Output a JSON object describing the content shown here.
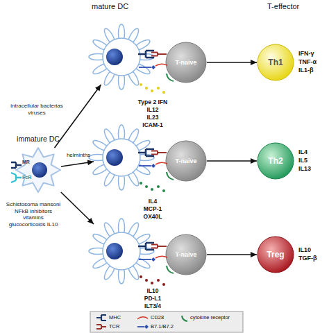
{
  "diagram": {
    "nodes": [
      {
        "text": [
          "immature DC"
        ]
      },
      {
        "text": [
          "Type 2 IFN",
          "IL12",
          "IL23",
          "ICAM-1"
        ]
      },
      {
        "text": [
          "IL4",
          "MCP-1",
          "OX40L"
        ]
      },
      {
        "text": [
          "IL10",
          "PD-L1",
          "ILT3/4"
        ]
      },
      {
        "text": [
          "T-naive"
        ]
      },
      {
        "text": [
          "T-naive"
        ]
      },
      {
        "text": [
          "T-naive"
        ]
      },
      {
        "text": [
          "Th1",
          "IFN-γ",
          "TNF-α",
          "IL1-β"
        ]
      },
      {
        "text": [
          "Th2",
          "IL4",
          "IL5",
          "IL13"
        ]
      },
      {
        "text": [
          "Treg",
          "IL10",
          "TGF-β"
        ]
      }
    ],
    "edges": [
      {
        "from": 0,
        "to": 1,
        "arrow": "to",
        "label": "intracellular bacterias viruses"
      },
      {
        "from": 0,
        "to": 2,
        "arrow": "to",
        "label": "helminths"
      },
      {
        "from": 0,
        "to": 3,
        "arrow": "to",
        "label": "Schistosoma mansoni NFkB inhibitors vitamins glucocorticoids IL10"
      },
      {
        "from": 4,
        "to": 7,
        "arrow": "to"
      },
      {
        "from": 5,
        "to": 8,
        "arrow": "to"
      },
      {
        "from": 6,
        "to": 9,
        "arrow": "to"
      }
    ],
    "labels": [
      "mature DC",
      "T-effector",
      "MR",
      "FcR"
    ],
    "legend": [
      {
        "text": "MHC"
      },
      {
        "text": "CD28"
      },
      {
        "text": "cytokine receptor"
      },
      {
        "text": "TCR"
      },
      {
        "text": "B7.1/B7.2"
      }
    ]
  }
}
